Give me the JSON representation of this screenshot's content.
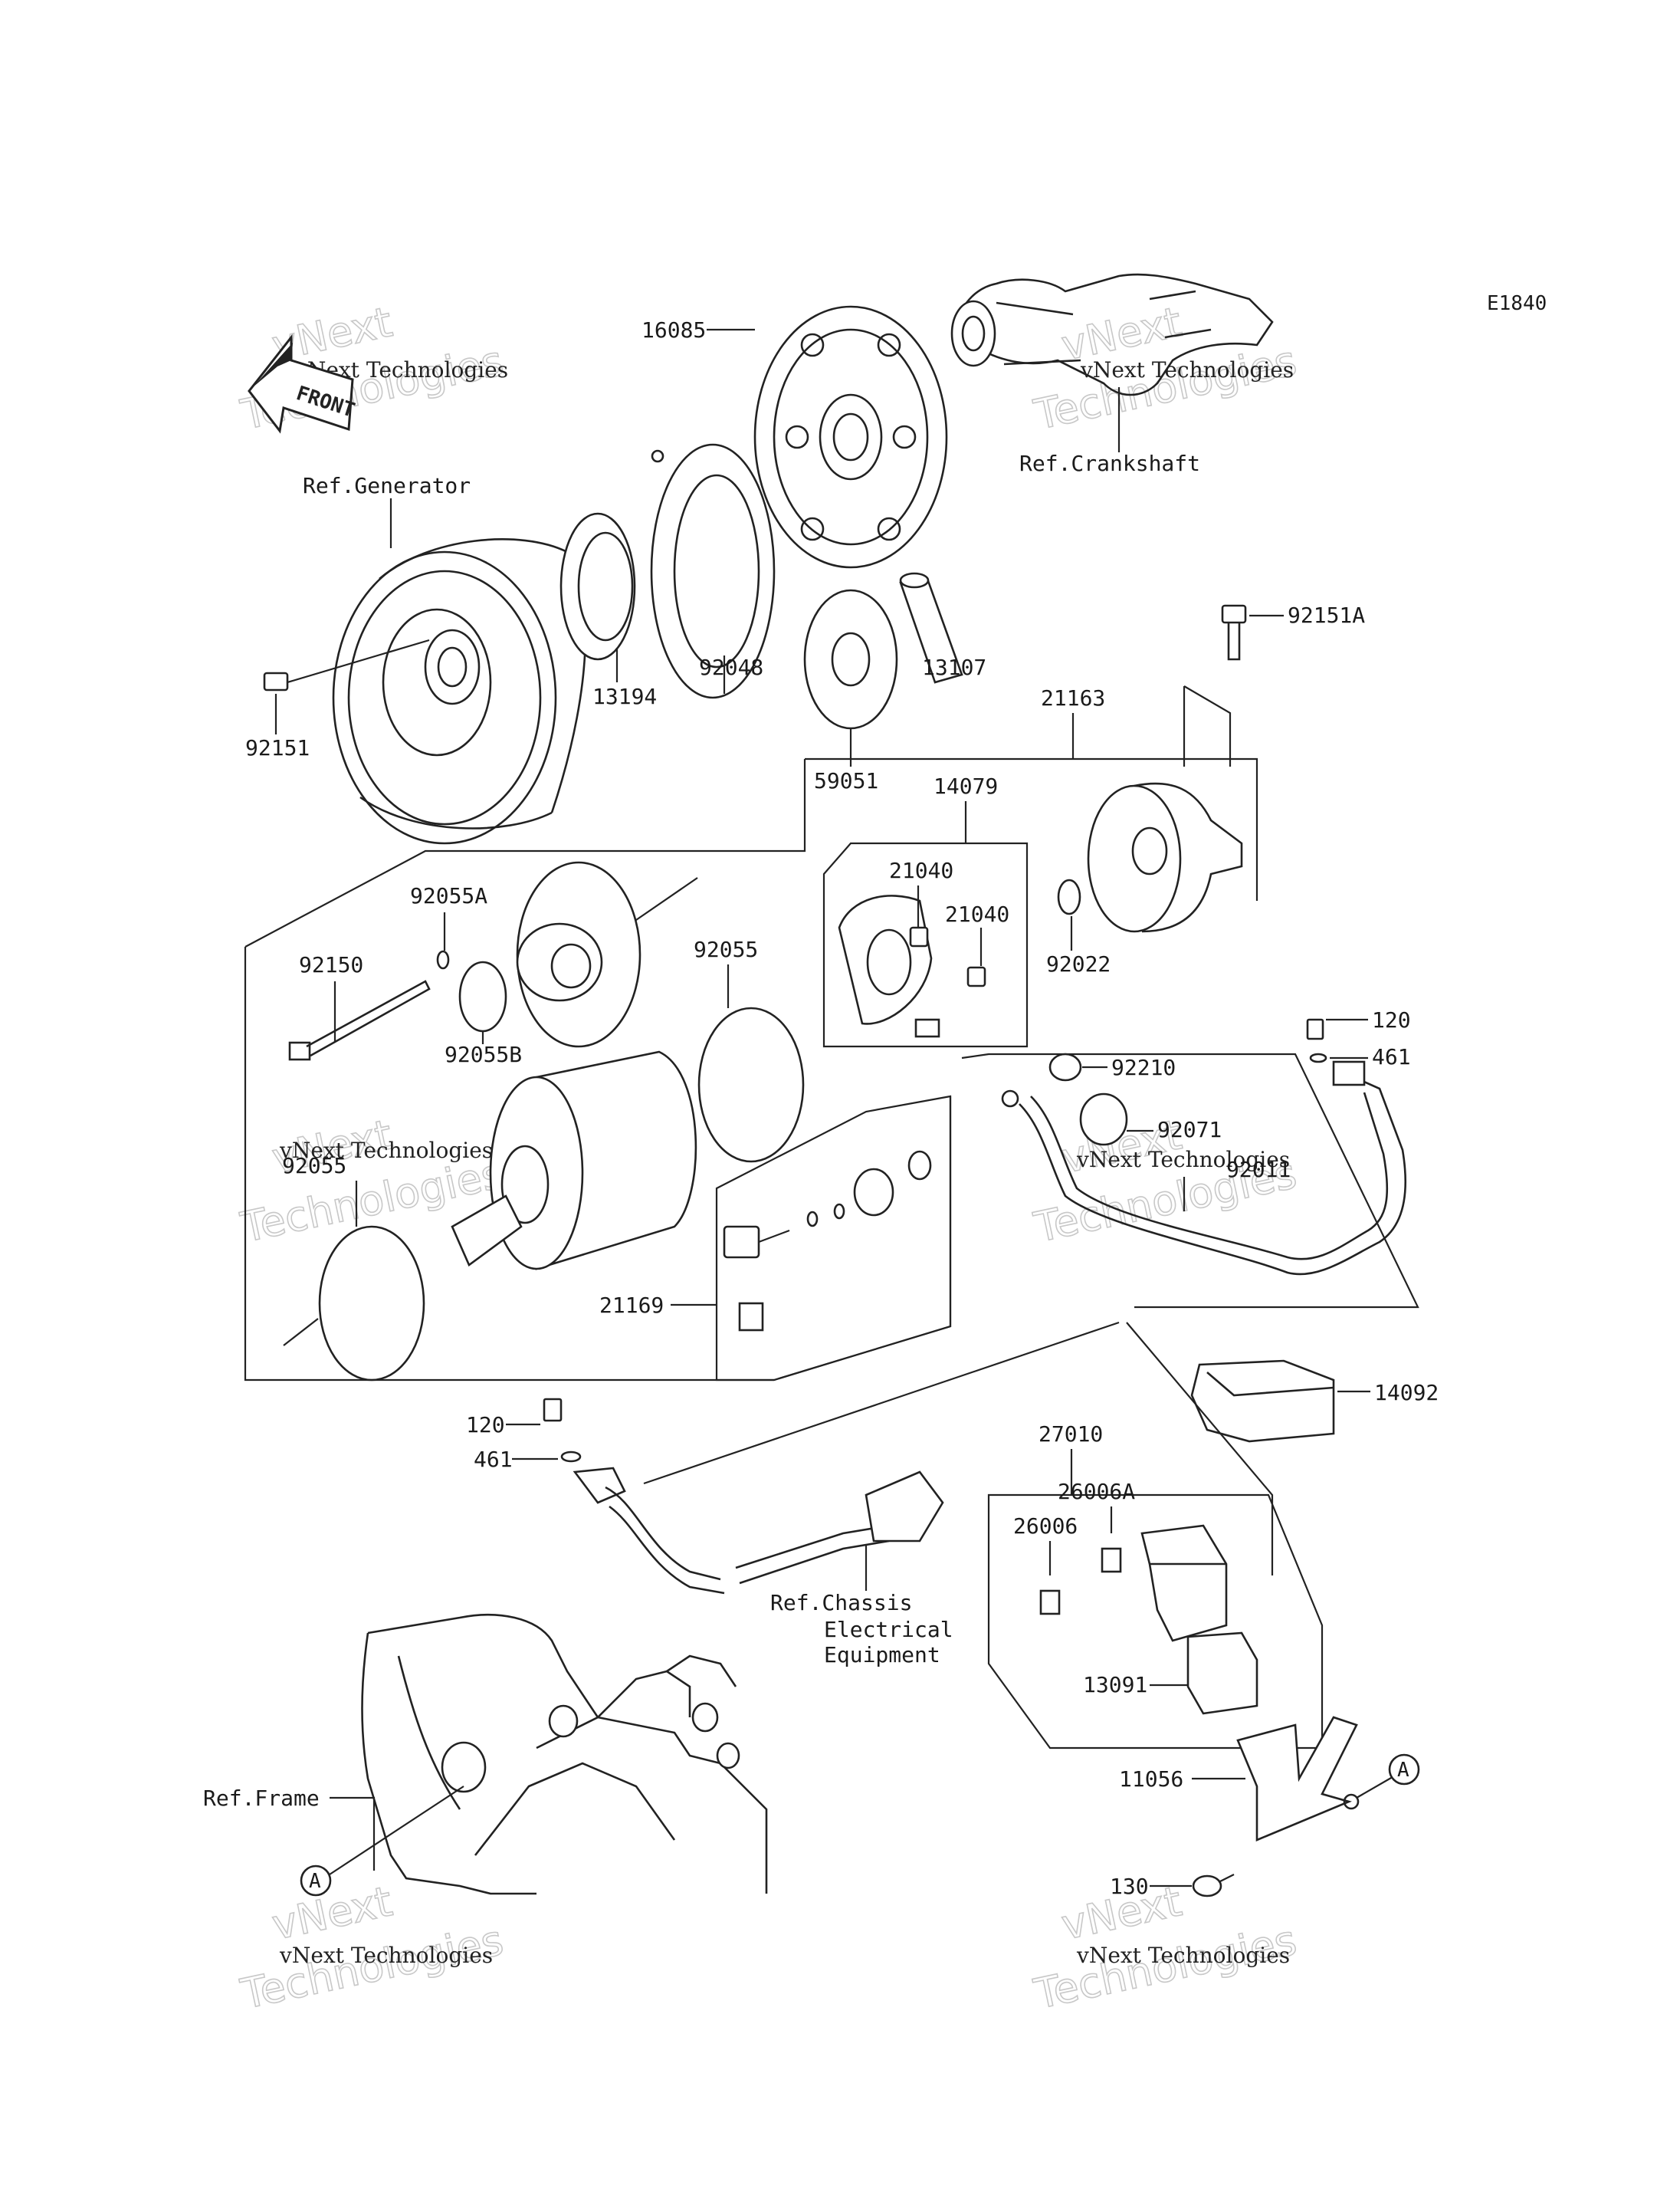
{
  "diagram": {
    "code": "E1840",
    "front_label": "FRONT",
    "references": {
      "generator": "Ref.Generator",
      "crankshaft": "Ref.Crankshaft",
      "chassis_line1": "Ref.Chassis",
      "chassis_line2": "Electrical",
      "chassis_line3": "Equipment",
      "frame": "Ref.Frame"
    },
    "circle_marker": "A",
    "parts": [
      {
        "id": "p16085",
        "text": "16085"
      },
      {
        "id": "p92048",
        "text": "92048"
      },
      {
        "id": "p13194",
        "text": "13194"
      },
      {
        "id": "p13107",
        "text": "13107"
      },
      {
        "id": "p92151a",
        "text": "92151A"
      },
      {
        "id": "p92151",
        "text": "92151"
      },
      {
        "id": "p59051",
        "text": "59051"
      },
      {
        "id": "p21163",
        "text": "21163"
      },
      {
        "id": "p14079",
        "text": "14079"
      },
      {
        "id": "p21040a",
        "text": "21040"
      },
      {
        "id": "p21040b",
        "text": "21040"
      },
      {
        "id": "p92022",
        "text": "92022"
      },
      {
        "id": "p92055a",
        "text": "92055A"
      },
      {
        "id": "p92150",
        "text": "92150"
      },
      {
        "id": "p92055",
        "text": "92055"
      },
      {
        "id": "p92055b",
        "text": "92055B"
      },
      {
        "id": "p120a",
        "text": "120"
      },
      {
        "id": "p461a",
        "text": "461"
      },
      {
        "id": "p92210",
        "text": "92210"
      },
      {
        "id": "p92071",
        "text": "92071"
      },
      {
        "id": "p92011",
        "text": "92011"
      },
      {
        "id": "p92055c",
        "text": "92055"
      },
      {
        "id": "p21169",
        "text": "21169"
      },
      {
        "id": "p14092",
        "text": "14092"
      },
      {
        "id": "p120b",
        "text": "120"
      },
      {
        "id": "p461b",
        "text": "461"
      },
      {
        "id": "p27010",
        "text": "27010"
      },
      {
        "id": "p26006a",
        "text": "26006A"
      },
      {
        "id": "p26006",
        "text": "26006"
      },
      {
        "id": "p13091",
        "text": "13091"
      },
      {
        "id": "p11056",
        "text": "11056"
      },
      {
        "id": "p130",
        "text": "130"
      }
    ],
    "watermark_line1": "vNext Technologies",
    "watermark_line2": "Technologies",
    "watermark_line3": "vNext"
  }
}
